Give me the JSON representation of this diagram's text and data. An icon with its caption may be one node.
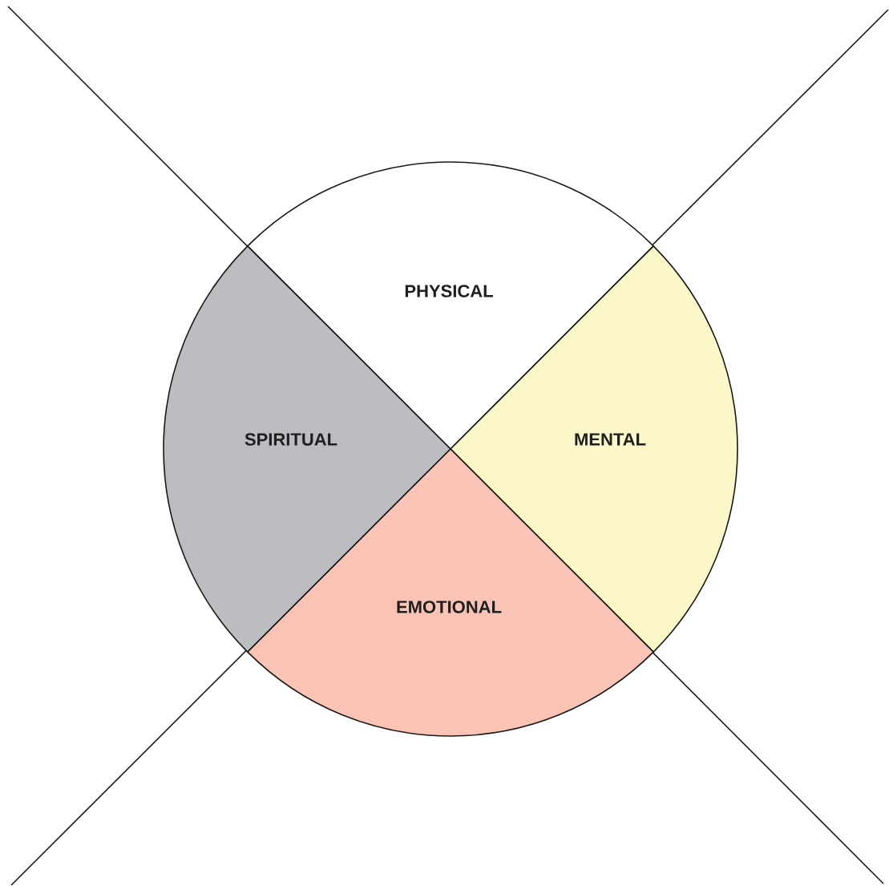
{
  "diagram": {
    "nodes": [
      {
        "text": [
          "PHYSICAL"
        ]
      },
      {
        "text": [
          "SPIRITUAL"
        ]
      },
      {
        "text": [
          "MENTAL"
        ]
      },
      {
        "text": [
          "EMOTIONAL"
        ]
      }
    ]
  }
}
